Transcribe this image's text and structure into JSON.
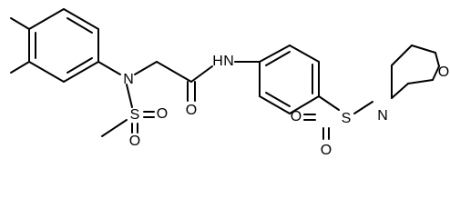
{
  "molecule": {
    "atoms": {
      "n_sulfonamide": "N",
      "s_methylsulfonyl": "S",
      "o1_methylsulfonyl": "O",
      "o2_methylsulfonyl": "O",
      "o_carbonyl": "O",
      "nh_amide": "N",
      "s_sulfonyl": "S",
      "o1_sulfonyl": "O",
      "o2_sulfonyl": "O",
      "n_morpholine": "N",
      "o_morpholine": "O"
    },
    "hydrogens": {
      "nh_amide_h": "H"
    }
  }
}
